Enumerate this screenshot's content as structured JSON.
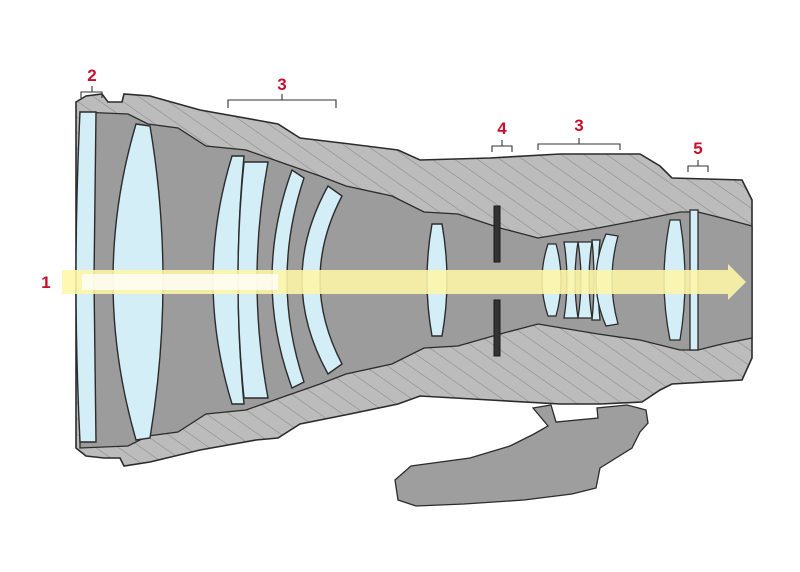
{
  "labels": {
    "light_path": "1",
    "front_protective_glass": "2",
    "front_group": "3",
    "aperture": "4",
    "rear_group": "3",
    "rear_filter": "5"
  },
  "colors": {
    "label": "#c8102e",
    "body_fill": "#b9b9b9",
    "body_stroke": "#2b2b2b",
    "hatch": "#8c8c8c",
    "interior": "#9c9c9c",
    "glass": "#d4eef7",
    "light_beam": "#fff7a8",
    "light_core": "#ffffff",
    "foot": "#9e9e9e"
  }
}
